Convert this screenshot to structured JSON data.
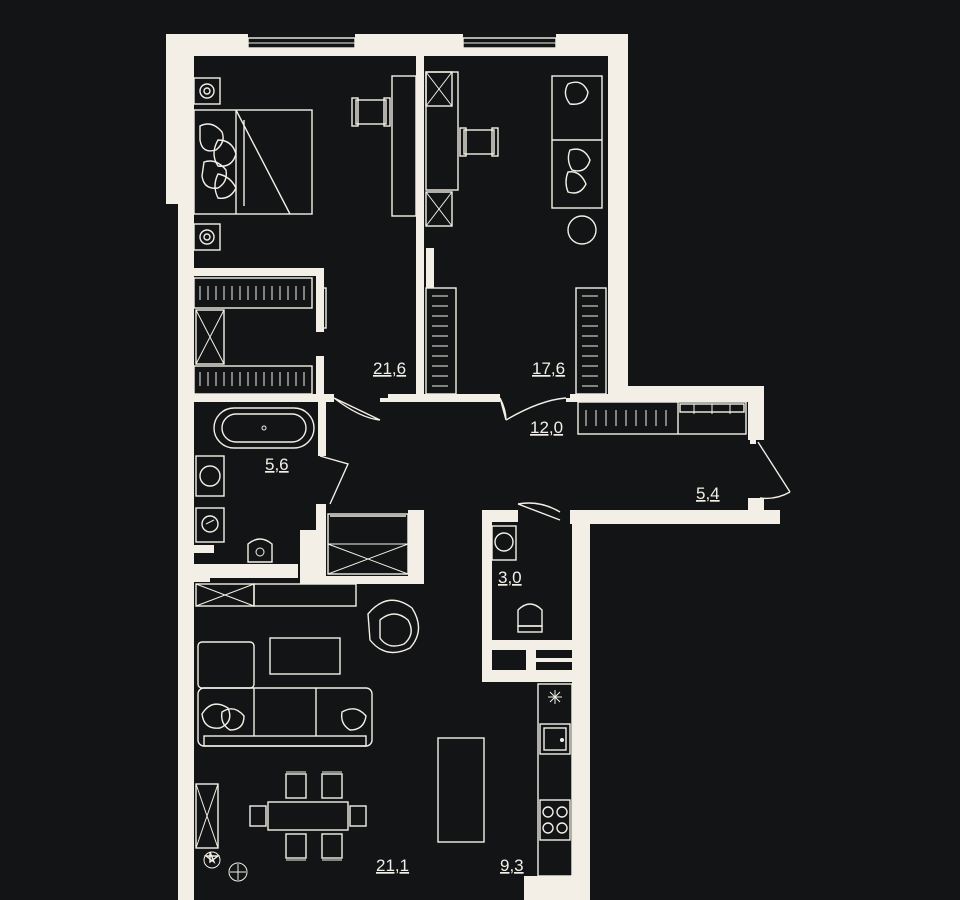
{
  "plan": {
    "colors": {
      "background": "#121415",
      "wall": "#f3efe6"
    },
    "rooms": [
      {
        "id": "bedroom",
        "area": "21,6"
      },
      {
        "id": "bedroom-2",
        "area": "17,6"
      },
      {
        "id": "hallway",
        "area": "12,0"
      },
      {
        "id": "bathroom",
        "area": "5,6"
      },
      {
        "id": "entrance",
        "area": "5,4"
      },
      {
        "id": "toilet",
        "area": "3,0"
      },
      {
        "id": "living-room",
        "area": "21,1"
      },
      {
        "id": "kitchen",
        "area": "9,3"
      }
    ],
    "furniture_icons": [
      "double-bed-icon",
      "desk-icon",
      "armchair-icon",
      "sofa-icon",
      "wardrobe-icon",
      "bathtub-icon",
      "sink-icon",
      "toilet-icon",
      "washing-machine-icon",
      "dining-table-icon",
      "stove-icon",
      "plant-icon",
      "window-icon",
      "door-icon"
    ]
  }
}
